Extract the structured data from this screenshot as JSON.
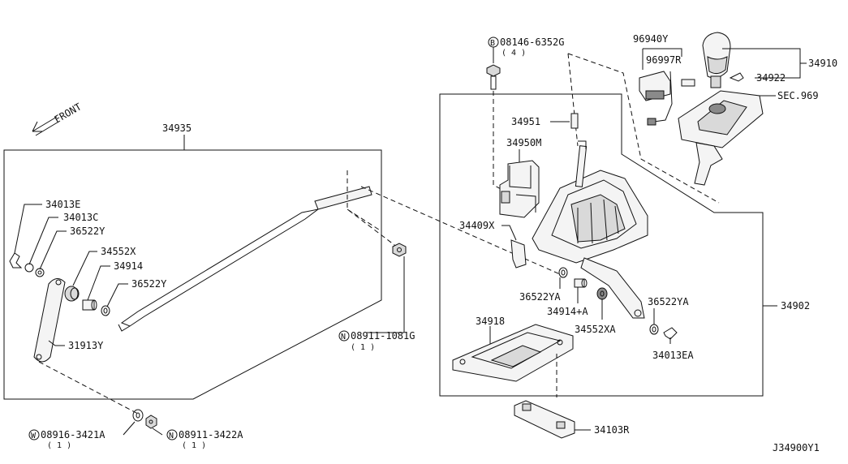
{
  "front_label": "FRONT",
  "labels": {
    "p34935": "34935",
    "p34013E": "34013E",
    "p34013C": "34013C",
    "p36522Y_a": "36522Y",
    "p34552X": "34552X",
    "p34914": "34914",
    "p36522Y_b": "36522Y",
    "p31913Y": "31913Y",
    "n08911_1081G": "08911-1081G",
    "n08911_1081G_qty": "( 1 )",
    "w08916_3421A": "08916-3421A",
    "w08916_3421A_qty": "( 1 )",
    "n08911_3422A": "08911-3422A",
    "n08911_3422A_qty": "( 1 )",
    "b08146_6352G": "08146-6352G",
    "b08146_6352G_qty": "( 4 )",
    "p34951": "34951",
    "p34950M": "34950M",
    "p34409X": "34409X",
    "p36522YA_a": "36522YA",
    "p34914A": "34914+A",
    "p34552XA": "34552XA",
    "p36522YA_b": "36522YA",
    "p34013EA": "34013EA",
    "p34918": "34918",
    "p34103R": "34103R",
    "p34902": "34902",
    "p96940Y": "96940Y",
    "p96997R": "96997R",
    "p34910": "34910",
    "p34922": "34922",
    "sec969": "SEC.969",
    "diagram_id": "J34900Y1"
  },
  "symbols": {
    "N": "N",
    "W": "W",
    "B": "B"
  }
}
